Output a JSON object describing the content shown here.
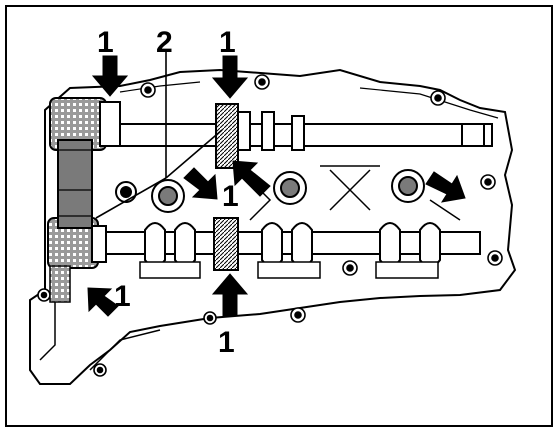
{
  "diagram": {
    "subject": "engine-cylinder-head-camshaft-timing",
    "colors": {
      "ink": "#000000",
      "paper": "#ffffff",
      "shade": "#7a7a7a",
      "light_shade": "#b5b5b5"
    },
    "callouts": [
      {
        "id": "c1a",
        "label": "1"
      },
      {
        "id": "c2",
        "label": "2"
      },
      {
        "id": "c1b",
        "label": "1"
      },
      {
        "id": "c1c",
        "label": "1"
      },
      {
        "id": "c1d",
        "label": "1"
      },
      {
        "id": "c1e",
        "label": "1"
      }
    ]
  }
}
